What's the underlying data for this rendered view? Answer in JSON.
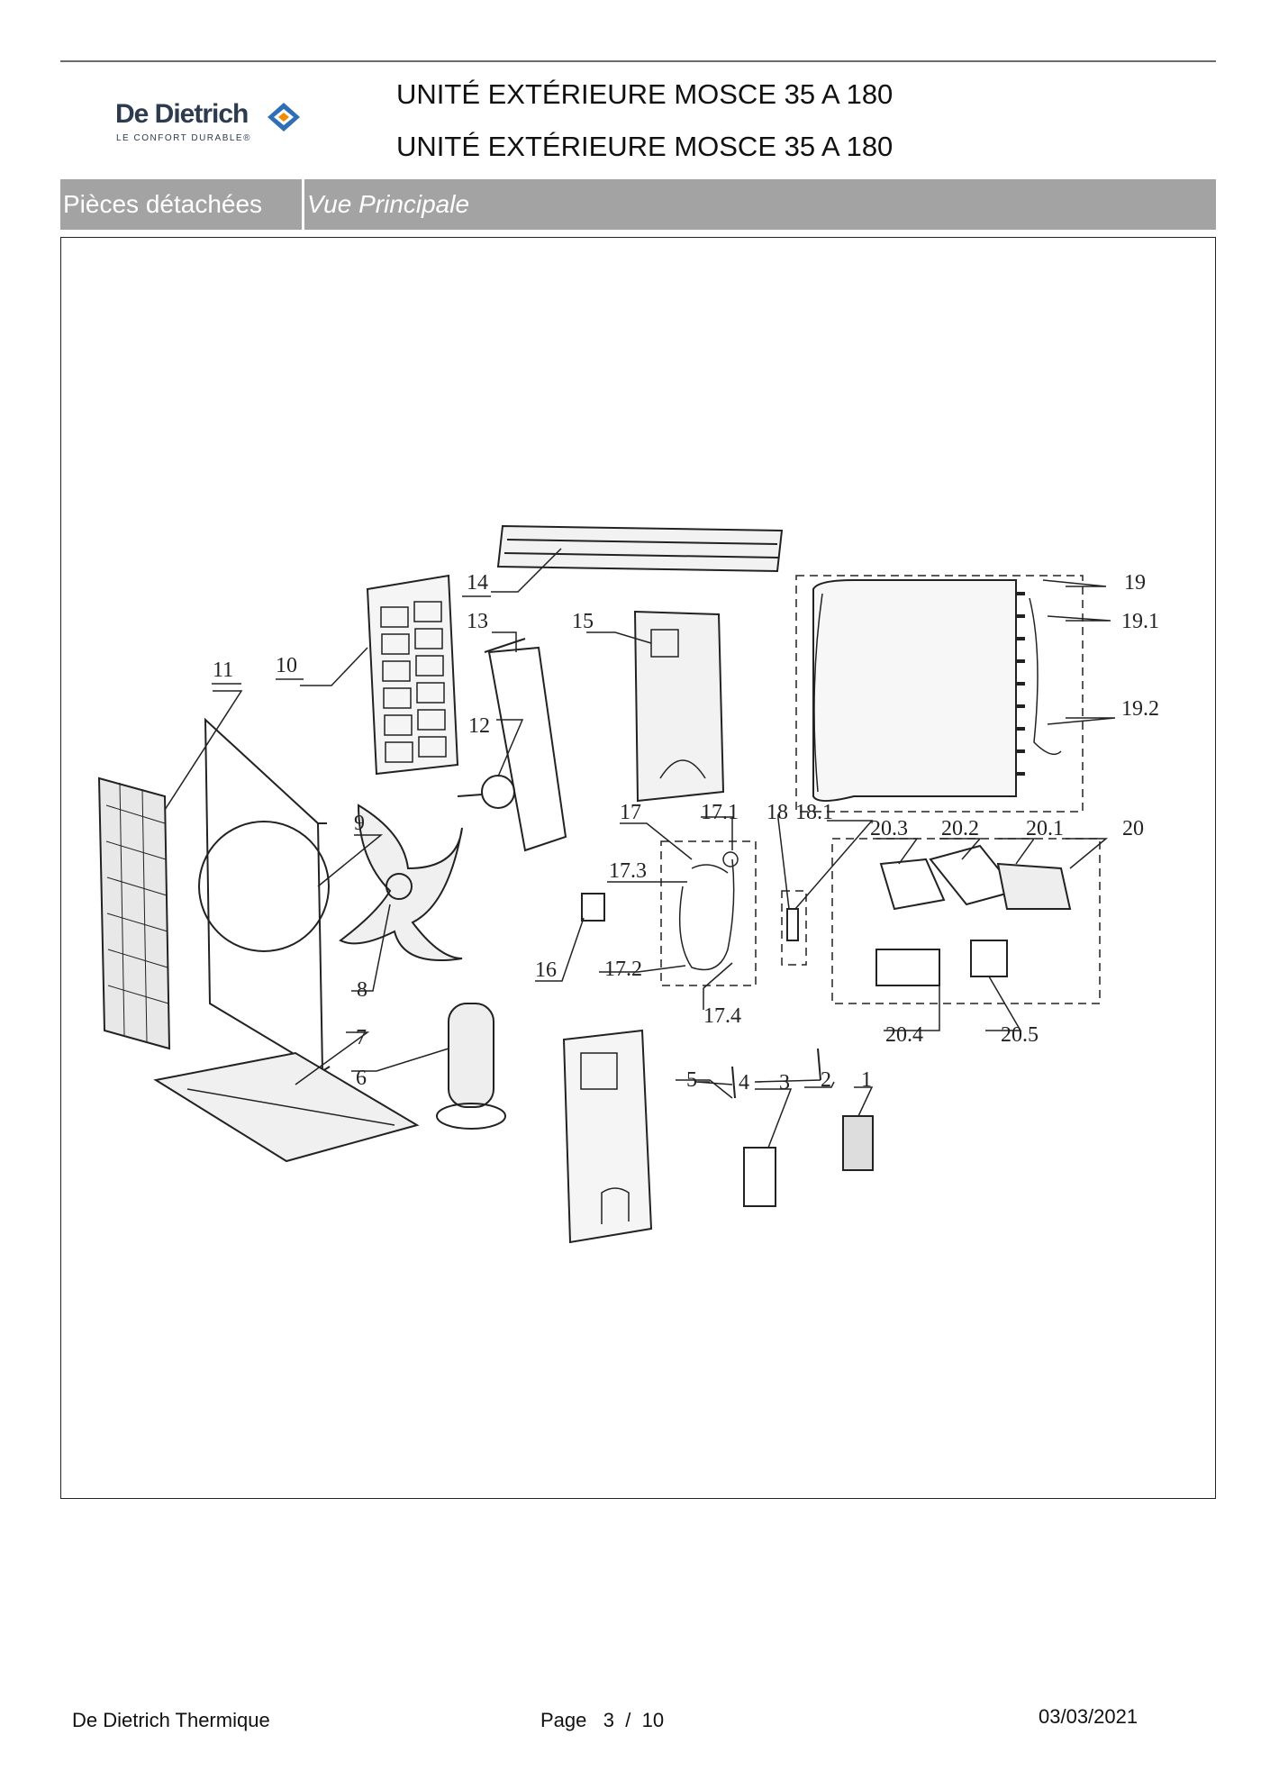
{
  "header": {
    "brand_name": "De Dietrich",
    "brand_tagline": "LE CONFORT DURABLE®",
    "title_line_1": "UNITÉ EXTÉRIEURE MOSCE 35 A 180",
    "title_line_2": "UNITÉ EXTÉRIEURE MOSCE 35 A 180"
  },
  "section": {
    "label": "Pièces détachées",
    "view": "Vue Principale"
  },
  "diagram": {
    "callouts": [
      "11",
      "10",
      "14",
      "13",
      "15",
      "12",
      "9",
      "8",
      "7",
      "6",
      "16",
      "17",
      "17.1",
      "17.3",
      "17.2",
      "17.4",
      "18",
      "18.1",
      "5",
      "4",
      "3",
      "2",
      "1",
      "19",
      "19.1",
      "19.2",
      "20.3",
      "20.2",
      "20.1",
      "20",
      "20.4",
      "20.5"
    ]
  },
  "footer": {
    "company": "De Dietrich Thermique",
    "page_label": "Page",
    "page_current": "3",
    "page_sep": "/",
    "page_total": "10",
    "date": "03/03/2021"
  },
  "colors": {
    "section_bar": "#a3a3a3",
    "brand_navy": "#2d3b4f",
    "brand_orange": "#f28c00",
    "brand_blue": "#2f6fb5"
  }
}
